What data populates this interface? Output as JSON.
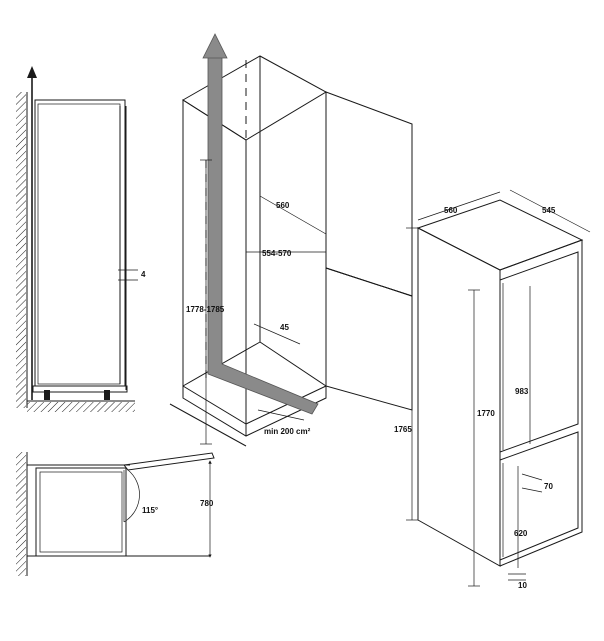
{
  "colors": {
    "line": "#1a1a1a",
    "airflow": "#8a8a8a",
    "airflow_edge": "#555555",
    "background": "#ffffff"
  },
  "dimensions": {
    "side_gap": "4",
    "niche_depth": "560",
    "niche_width": "554-570",
    "niche_height": "1778-1785",
    "top_gap": "45",
    "vent_area": "min 200 cm²",
    "door_angle": "115°",
    "door_swing_depth": "780",
    "unit_width": "560",
    "unit_depth": "545",
    "unit_total_height": "1765",
    "unit_door_height": "1770",
    "fridge_door_height": "983",
    "door_gap": "70",
    "freezer_door_height": "620",
    "bottom_gap": "10"
  }
}
